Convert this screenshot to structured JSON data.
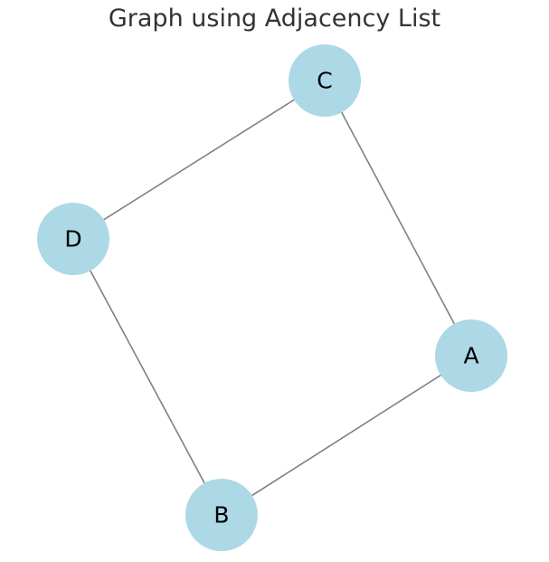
{
  "title": "Graph using Adjacency List",
  "style": {
    "node_color": "#add8e6",
    "edge_color": "#808080",
    "label_color": "#000000",
    "title_color": "#333333"
  },
  "nodes": [
    {
      "id": "A",
      "label": "A"
    },
    {
      "id": "B",
      "label": "B"
    },
    {
      "id": "C",
      "label": "C"
    },
    {
      "id": "D",
      "label": "D"
    }
  ],
  "edges": [
    {
      "from": "A",
      "to": "B"
    },
    {
      "from": "A",
      "to": "C"
    },
    {
      "from": "B",
      "to": "D"
    },
    {
      "from": "C",
      "to": "D"
    }
  ]
}
